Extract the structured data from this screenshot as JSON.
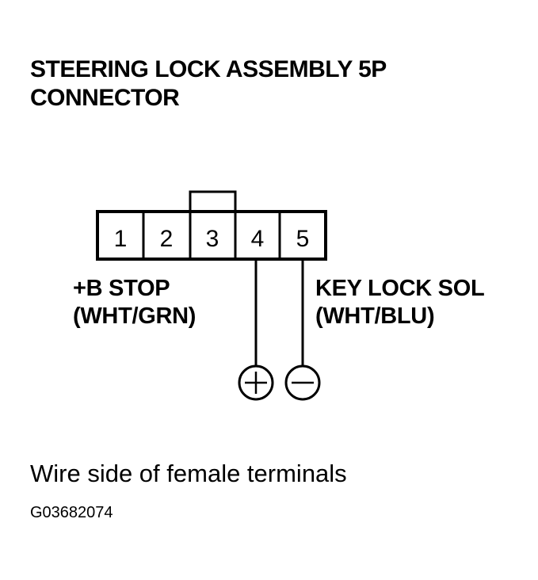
{
  "title": {
    "line1": "STEERING LOCK ASSEMBLY 5P",
    "line2": "CONNECTOR"
  },
  "connector": {
    "pins": [
      "1",
      "2",
      "3",
      "4",
      "5"
    ]
  },
  "labels": {
    "left": {
      "line1": "+B STOP",
      "line2": "(WHT/GRN)"
    },
    "right": {
      "line1": "KEY LOCK SOL",
      "line2": "(WHT/BLU)"
    }
  },
  "terminals": {
    "positive_symbol": "plus-terminal-icon",
    "negative_symbol": "minus-terminal-icon"
  },
  "caption": "Wire side of female terminals",
  "figure_id": "G03682074"
}
